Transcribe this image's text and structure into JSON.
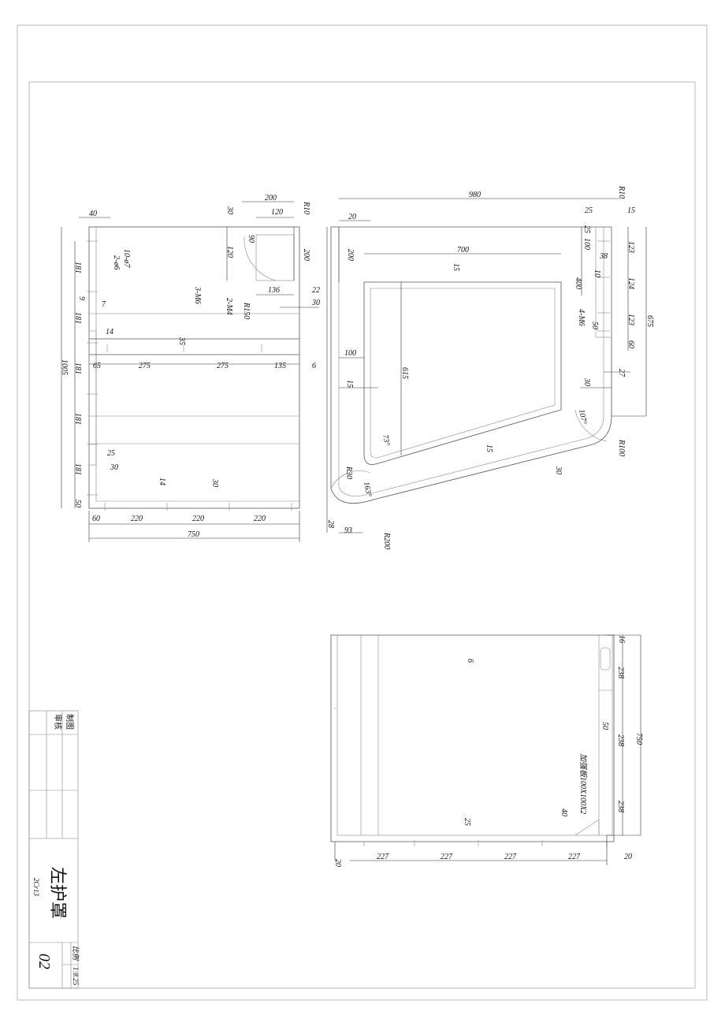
{
  "title_block": {
    "part_name": "左护罩",
    "material": "2Cr13",
    "drawing_no": "02",
    "label_drawn": "制图",
    "label_checked": "审核",
    "label_scale": "比例",
    "scale": "1:8.25"
  },
  "view_front": {
    "dims": {
      "top_40": "40",
      "top_30": "30",
      "top_200": "200",
      "top_120": "120",
      "r10": "R10",
      "h_120": "120",
      "h_90": "90",
      "h_200": "200",
      "d_136": "136",
      "d_22": "22",
      "d_30": "30",
      "r150": "R150",
      "m4": "2-M4",
      "m6": "3-M6",
      "holes1": "10-ø7",
      "holes2": "2-ø6",
      "left_181a": "181",
      "left_9": "9",
      "left_7": "7",
      "left_181b": "181",
      "left_14": "14",
      "left_181c": "181",
      "left_181d": "181",
      "left_181e": "181",
      "left_50": "50",
      "total_1005": "1005",
      "mid_65": "65",
      "mid_275a": "275",
      "mid_275b": "275",
      "mid_135": "135",
      "mid_6": "6",
      "mid_35": "35",
      "b_25": "25",
      "b_30": "30",
      "b_14": "14",
      "b_30b": "30",
      "bot_60": "60",
      "bot_220a": "220",
      "bot_220b": "220",
      "bot_220c": "220",
      "bot_750": "750"
    }
  },
  "view_side": {
    "dims": {
      "w_980": "980",
      "r10": "R10",
      "d_20": "20",
      "d_25": "25",
      "d_15": "15",
      "d_700": "700",
      "d_200": "200",
      "d_15b": "15",
      "d_400": "400",
      "d_100s": "100",
      "d_25s": "25",
      "d_38": "38",
      "d_10": "10",
      "d_123a": "123",
      "d_124": "124",
      "d_123b": "123",
      "m6": "4-M6",
      "d_50": "50",
      "d_60": "60",
      "d_27": "27",
      "d_675": "675",
      "d_100": "100",
      "d_615": "615",
      "d_15c": "15",
      "d_30": "30",
      "a_107": "107°",
      "a_73": "73°",
      "d_15d": "15",
      "r100": "R100",
      "r30": "R30",
      "d_30b": "30",
      "a_163": "163°",
      "d_28": "28",
      "d_93": "93",
      "r200": "R200"
    }
  },
  "view_bottom": {
    "dims": {
      "d_6": "6",
      "d_16": "16",
      "d_238a": "238",
      "d_50": "50",
      "d_238b": "238",
      "d_238c": "238",
      "d_750": "750",
      "note": "加强板100X100X2",
      "d_40": "40",
      "d_25": "25",
      "b_227a": "227",
      "b_227b": "227",
      "b_227c": "227",
      "b_227d": "227",
      "d_20": "20",
      "d_20b": "20"
    }
  }
}
